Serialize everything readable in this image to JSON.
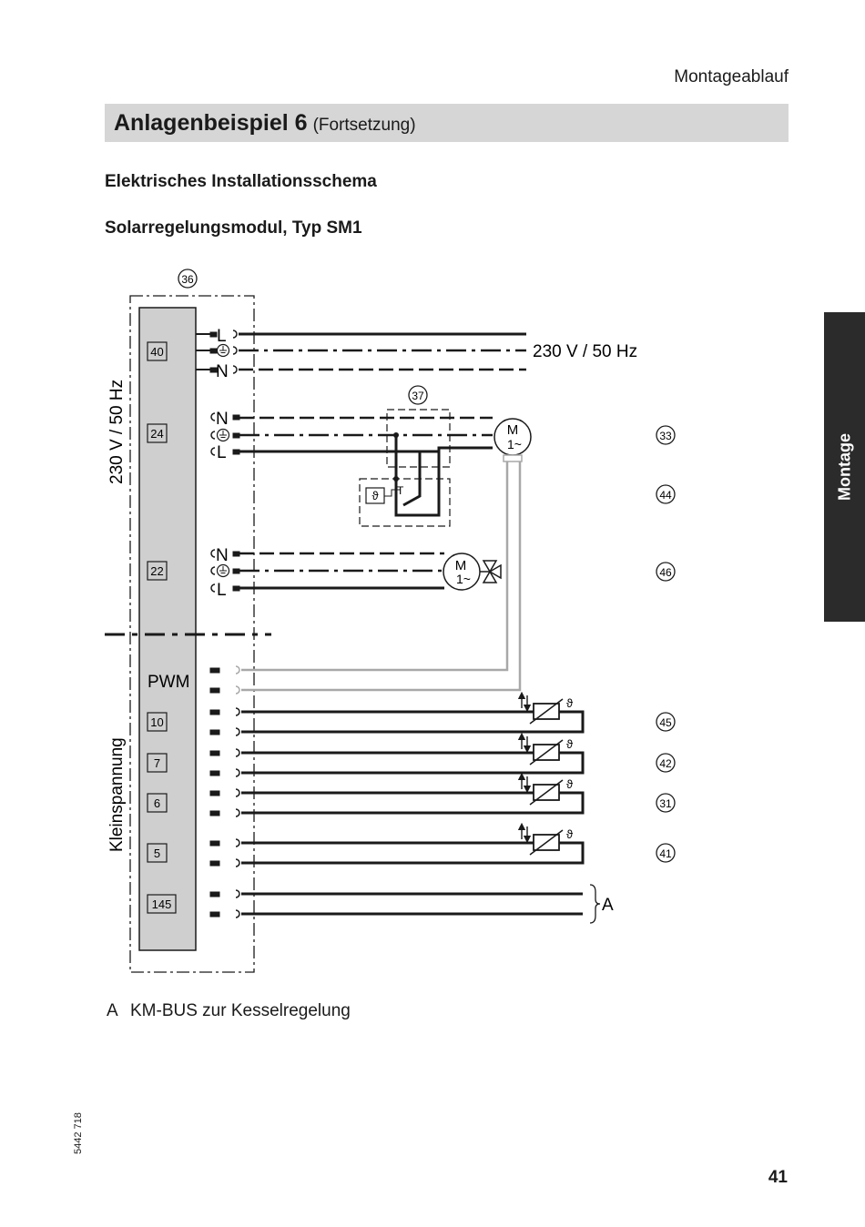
{
  "header": {
    "section": "Montageablauf",
    "title": "Anlagenbeispiel 6",
    "title_suffix": "(Fortsetzung)"
  },
  "headings": {
    "schema": "Elektrisches Installationsschema",
    "module": "Solarregelungsmodul, Typ SM1"
  },
  "side_tab": {
    "label": "Montage"
  },
  "diagram": {
    "module_ref": "36",
    "thermostat_ref": "37",
    "supply_voltage": "230 V / 50 Hz",
    "mains_zone_label": "230 V / 50 Hz",
    "low_voltage_zone_label": "Kleinspannung",
    "pwm_label": "PWM",
    "terminals": [
      "40",
      "24",
      "22",
      "10",
      "7",
      "6",
      "5",
      "145"
    ],
    "conductors": [
      "L",
      "N",
      "N",
      "L",
      "N",
      "L"
    ],
    "motor_label": "M",
    "motor_phase": "1~",
    "thermostat_symbol": "ϑ",
    "thermostat_contact": "T",
    "sensor_symbol": "ϑ",
    "bus_label": "A",
    "component_refs": [
      "33",
      "44",
      "46",
      "45",
      "42",
      "31",
      "41"
    ]
  },
  "footnote": {
    "letter": "A",
    "text": "KM-BUS zur Kesselregelung"
  },
  "footer": {
    "doc_number": "5442 718",
    "page_number": "41"
  },
  "colors": {
    "title_bar": "#d6d6d6",
    "side_tab": "#2b2b2b",
    "module_fill": "#cfcfcf",
    "pwm_wire": "#a8a8a8"
  }
}
